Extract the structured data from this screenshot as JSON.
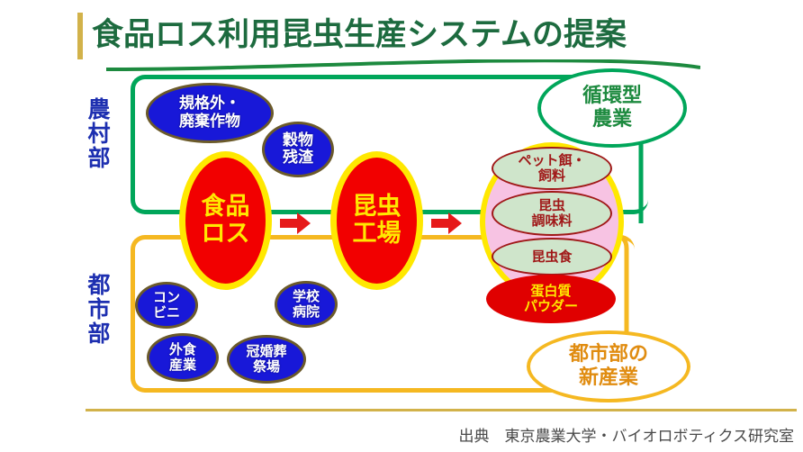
{
  "title": "食品ロス利用昆虫生産システムの提案",
  "colors": {
    "title_green": "#1d6b3f",
    "rural_green": "#00a65a",
    "urban_orange": "#f5b821",
    "node_blue": "#1818d8",
    "node_red": "#f20000",
    "node_yellow_text": "#ffe800",
    "product_pink": "#f7c3e3",
    "product_green": "#cfe5cb",
    "product_dark_red": "#a01818",
    "rule_gold": "#d2b24a"
  },
  "regions": {
    "rural": {
      "label": "農村部"
    },
    "urban": {
      "label": "都市部"
    }
  },
  "rural_sources": [
    {
      "label": "規格外・\n廃棄作物"
    },
    {
      "label": "穀物\n残渣"
    }
  ],
  "urban_sources": [
    {
      "label": "コン\nビニ"
    },
    {
      "label": "学校\n病院"
    },
    {
      "label": "外食\n産業"
    },
    {
      "label": "冠婚葬\n祭場"
    }
  ],
  "process": [
    {
      "label": "食品\nロス"
    },
    {
      "label": "昆虫\n工場"
    }
  ],
  "products": [
    {
      "label": "ペット餌・\n飼料"
    },
    {
      "label": "昆虫\n調味料"
    },
    {
      "label": "昆虫食"
    },
    {
      "label": "蛋白質\nパウダー"
    }
  ],
  "outcomes": {
    "rural": {
      "label": "循環型\n農業"
    },
    "urban": {
      "label": "都市部の\n新産業"
    }
  },
  "arrows": [
    {
      "name": "arrow-food-loss-to-factory"
    },
    {
      "name": "arrow-factory-to-products"
    }
  ],
  "footer": {
    "source": "出典　東京農業大学・バイオロボティクス研究室"
  }
}
